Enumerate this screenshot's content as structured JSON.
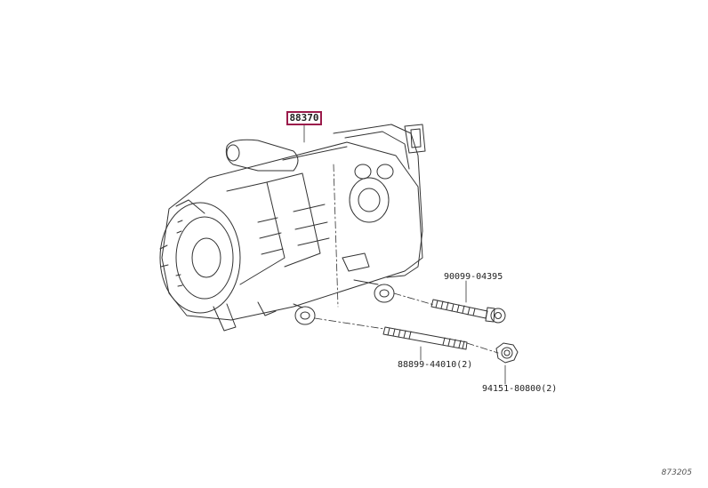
{
  "callout": {
    "main_part": "88370"
  },
  "parts": {
    "bolt_long": "90099-04395",
    "stud_bolt": "88899-44010(2)",
    "nut": "94151-80800(2)"
  },
  "figure_ref": "873205",
  "accent_color": "#9b1b4b"
}
